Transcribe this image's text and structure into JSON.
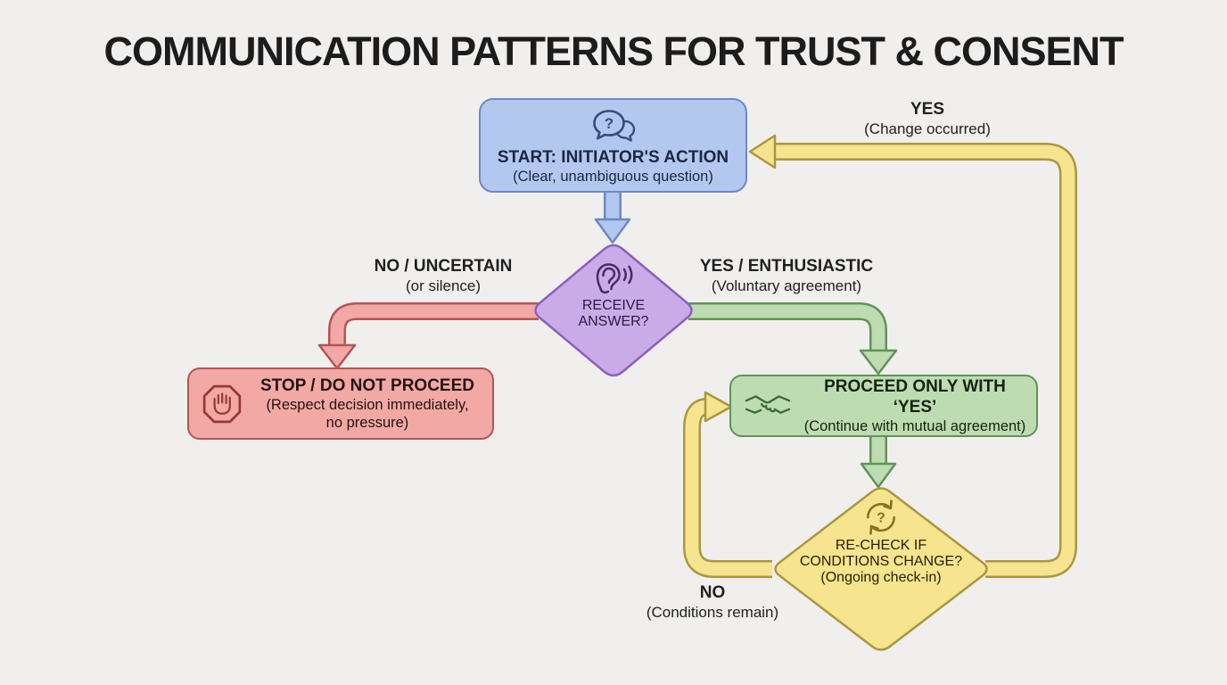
{
  "title": "COMMUNICATION PATTERNS FOR TRUST & CONSENT",
  "colors": {
    "background": "#f0efee",
    "title_text": "#1c1c1c",
    "label_text": "#1f1f1f",
    "blue_fill": "#b2c8ef",
    "blue_border": "#6d88c6",
    "blue_icon": "#3a4a7c",
    "blue_text": "#1d2640",
    "purple_fill": "#c9abe8",
    "purple_border": "#8c5fbe",
    "purple_icon": "#4b2a66",
    "purple_text": "#2a1840",
    "red_fill": "#f2a8a5",
    "red_border": "#b35653",
    "red_icon": "#993734",
    "red_text": "#231313",
    "green_fill": "#bedcb2",
    "green_border": "#5f9457",
    "green_icon": "#3c6b36",
    "green_text": "#15220f",
    "yellow_fill": "#f6e48e",
    "yellow_border": "#ab973f",
    "yellow_icon": "#857323",
    "yellow_text": "#272007"
  },
  "nodes": {
    "start": {
      "icon": "question-speech-bubbles-icon",
      "title": "START: INITIATOR'S ACTION",
      "subtitle": "(Clear, unambiguous question)"
    },
    "receive": {
      "icon": "listening-ear-icon",
      "line1": "RECEIVE",
      "line2": "ANSWER?"
    },
    "stop": {
      "icon": "stop-hand-icon",
      "title": "STOP / DO NOT PROCEED",
      "subtitle_line1": "(Respect decision immediately,",
      "subtitle_line2": "no pressure)"
    },
    "proceed": {
      "icon": "handshake-icon",
      "title": "PROCEED ONLY WITH ‘YES’",
      "subtitle": "(Continue with mutual agreement)"
    },
    "recheck": {
      "icon": "refresh-question-icon",
      "line1": "RE-CHECK IF",
      "line2": "CONDITIONS CHANGE?",
      "line3": "(Ongoing check-in)"
    }
  },
  "edge_labels": {
    "no_uncertain": {
      "title": "NO / UNCERTAIN",
      "subtitle": "(or silence)"
    },
    "yes_enthusiastic": {
      "title": "YES / ENTHUSIASTIC",
      "subtitle": "(Voluntary agreement)"
    },
    "yes_change": {
      "title": "YES",
      "subtitle": "(Change occurred)"
    },
    "no_conditions": {
      "title": "NO",
      "subtitle": "(Conditions remain)"
    }
  }
}
